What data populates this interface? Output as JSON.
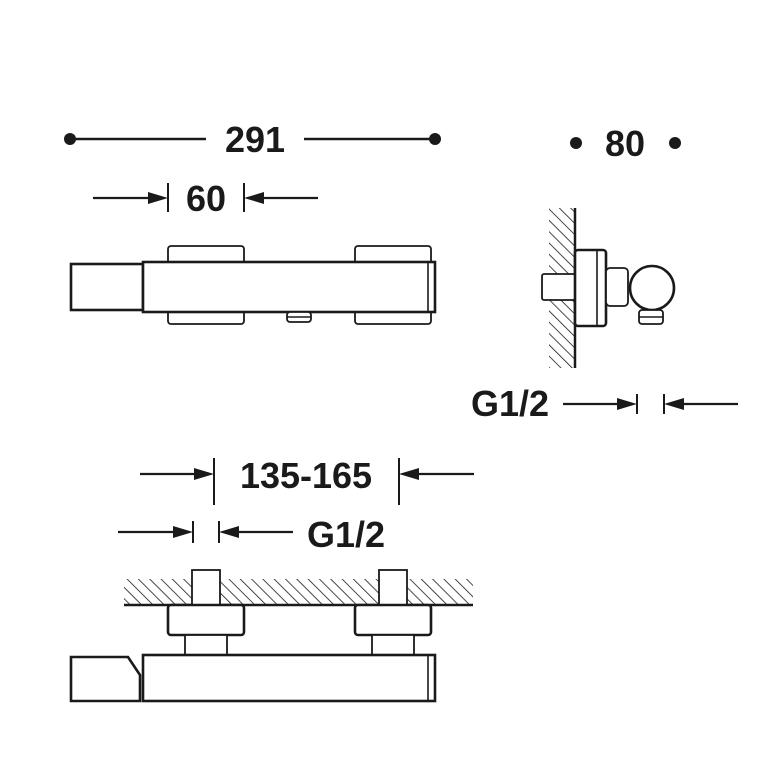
{
  "dimensions": {
    "overall_length": "291",
    "handle_width": "60",
    "depth": "80",
    "side_connection": "G1/2",
    "centers_range": "135-165",
    "inlet_thread": "G1/2"
  },
  "colors": {
    "line": "#1a1a1a",
    "background": "#ffffff"
  }
}
